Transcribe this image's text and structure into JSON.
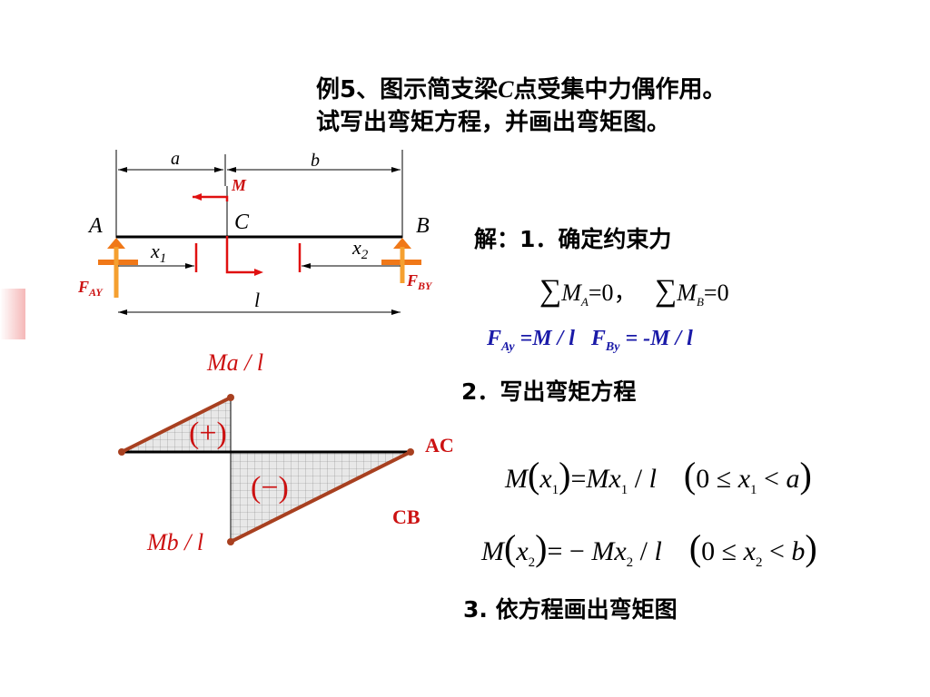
{
  "title_line1_a": "例5、图示简支梁",
  "title_line1_c": "C",
  "title_line1_b": "点受集中力偶作用。",
  "title_line2": "试写出弯矩方程，并画出弯矩图。",
  "beam": {
    "label_a": "a",
    "label_b": "b",
    "label_M": "M",
    "label_A": "A",
    "label_B": "B",
    "label_C": "C",
    "label_x1": "x1",
    "label_x2": "x2",
    "label_l": "l",
    "label_FAY": "FAY",
    "label_FBY": "FBY"
  },
  "solution": {
    "step1": "解：1．确定约束力",
    "sum_eq": "∑MA=0，   ∑MB=0",
    "reactions": "FAy =M / l   FBy = -M / l",
    "step2": "2．写出弯矩方程",
    "eq1": "M(x1)=Mx1 / l      (0 ≤ x1 < a)",
    "eq2": "M(x2)= − Mx2 / l      (0 ≤ x2 < b)",
    "step3": "3. 依方程画出弯矩图"
  },
  "diagram": {
    "top_label": "Ma / l",
    "bottom_label": "Mb / l",
    "plus": "(+)",
    "minus": "(−)",
    "ac": "AC",
    "cb": "CB"
  },
  "colors": {
    "accent_red": "#cc1111",
    "blue": "#1a1aa8",
    "support_orange": "#f07818",
    "moment_line": "#a84020"
  }
}
